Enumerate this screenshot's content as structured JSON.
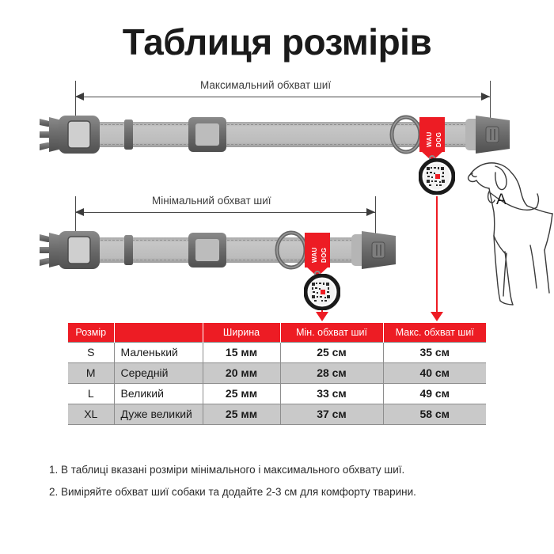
{
  "page": {
    "title": "Таблиця розмірів",
    "brand_color": "#ED1C24",
    "background": "#FFFFFF"
  },
  "diagram": {
    "max_dimension_label": "Максимальний обхват шиї",
    "min_dimension_label": "Мінімальний обхват шиї",
    "dog_marker_label": "A",
    "collar_tag_line1": "WAU",
    "collar_tag_line2": "DOG",
    "strap_color": "#B3B3B3",
    "hardware_color": "#6E6E6E"
  },
  "table": {
    "headers": [
      "Розмір",
      "",
      "Ширина",
      "Мін. обхват шиї",
      "Макс. обхват шиї"
    ],
    "rows": [
      {
        "size": "S",
        "desc": "Маленький",
        "width": "15 мм",
        "min": "25 см",
        "max": "35 см"
      },
      {
        "size": "M",
        "desc": "Середній",
        "width": "20 мм",
        "min": "28 см",
        "max": "40 см"
      },
      {
        "size": "L",
        "desc": "Великий",
        "width": "25 мм",
        "min": "33 см",
        "max": "49 см"
      },
      {
        "size": "XL",
        "desc": "Дуже великий",
        "width": "25 мм",
        "min": "37 см",
        "max": "58 см"
      }
    ]
  },
  "notes": [
    "1. В таблиці вказані розміри мінімального і максимального обхвату шиї.",
    "2. Виміряйте обхват шиї собаки та додайте 2-3 см для комфорту тварини."
  ]
}
